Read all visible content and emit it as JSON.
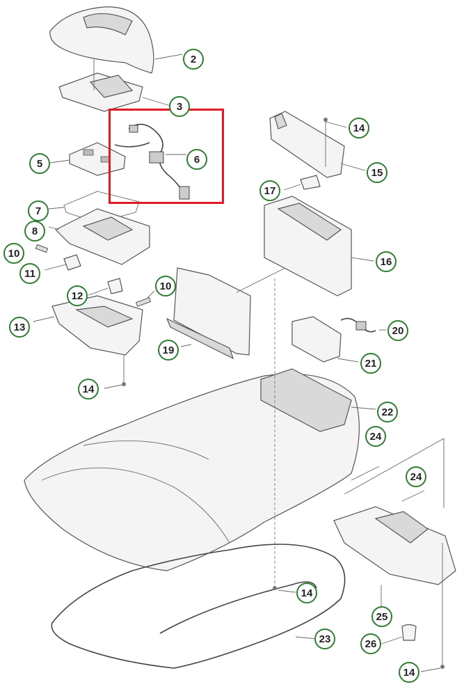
{
  "diagram": {
    "highlight_color": "#e01b24",
    "callout_color": "#2e7d32",
    "callouts": [
      {
        "id": "c-2a",
        "label": "2"
      },
      {
        "id": "c-3",
        "label": "3"
      },
      {
        "id": "c-5",
        "label": "5"
      },
      {
        "id": "c-6",
        "label": "6"
      },
      {
        "id": "c-7",
        "label": "7"
      },
      {
        "id": "c-8",
        "label": "8"
      },
      {
        "id": "c-10a",
        "label": "10"
      },
      {
        "id": "c-11",
        "label": "11"
      },
      {
        "id": "c-12",
        "label": "12"
      },
      {
        "id": "c-10b",
        "label": "10"
      },
      {
        "id": "c-13",
        "label": "13"
      },
      {
        "id": "c-14a",
        "label": "14"
      },
      {
        "id": "c-14b",
        "label": "14"
      },
      {
        "id": "c-15",
        "label": "15"
      },
      {
        "id": "c-16",
        "label": "16"
      },
      {
        "id": "c-17",
        "label": "17"
      },
      {
        "id": "c-19",
        "label": "19"
      },
      {
        "id": "c-20",
        "label": "20"
      },
      {
        "id": "c-21",
        "label": "21"
      },
      {
        "id": "c-22",
        "label": "22"
      },
      {
        "id": "c-23",
        "label": "23"
      },
      {
        "id": "c-24a",
        "label": "24"
      },
      {
        "id": "c-24b",
        "label": "24"
      },
      {
        "id": "c-25",
        "label": "25"
      },
      {
        "id": "c-26",
        "label": "26"
      },
      {
        "id": "c-14c",
        "label": "14"
      },
      {
        "id": "c-14d",
        "label": "14"
      }
    ]
  }
}
